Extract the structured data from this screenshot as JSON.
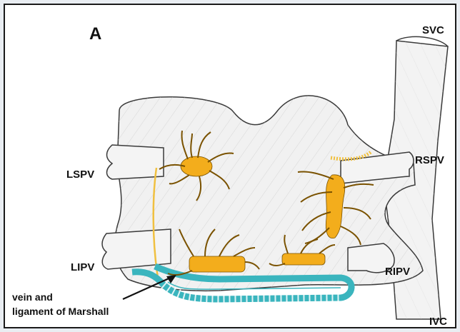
{
  "panel_label": "A",
  "labels": {
    "svc": "SVC",
    "rspv": "RSPV",
    "lspv": "LSPV",
    "lipv": "LIPV",
    "ripv": "RIPV",
    "ivc": "IVC",
    "marshall_line1": "vein and",
    "marshall_line2": "ligament of Marshall"
  },
  "colors": {
    "ganglia": "#f3ad1c",
    "ganglia_outline": "#7a5200",
    "vein_of_marshall": "#3ab5be",
    "ligament": "#f0c040",
    "atrium_fill": "#f1f1f1",
    "outline": "#3a3a3a"
  }
}
